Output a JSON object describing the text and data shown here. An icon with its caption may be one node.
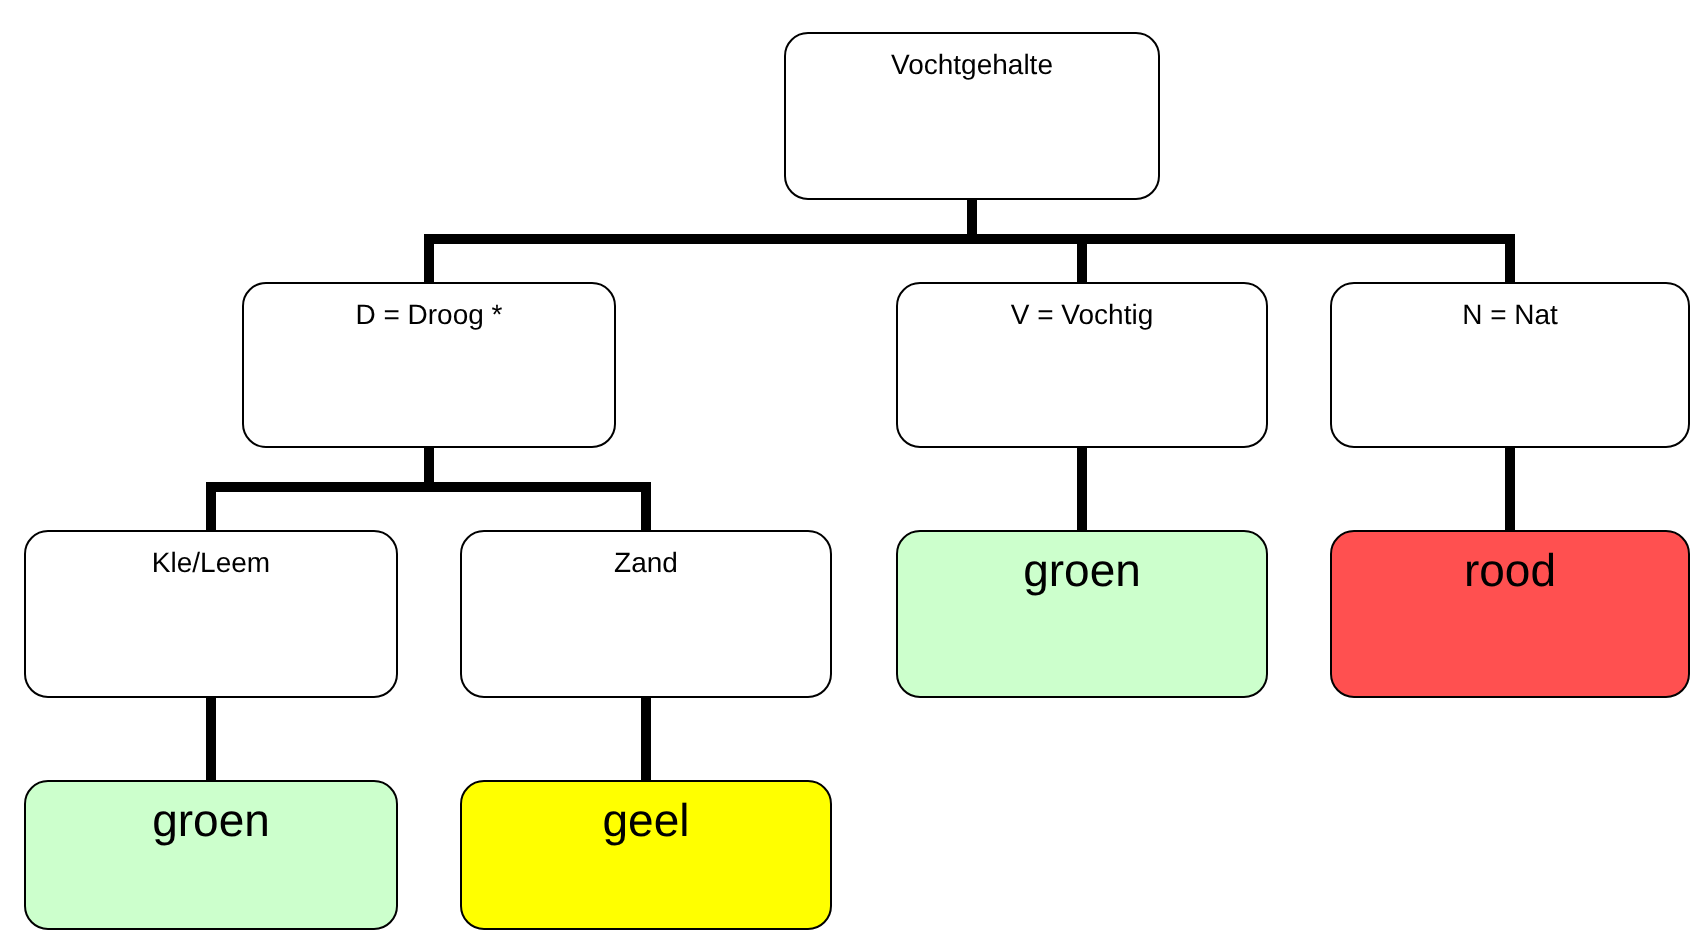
{
  "diagram": {
    "nodes": [
      {
        "text": [
          "Vochtgehalte"
        ]
      },
      {
        "text": [
          "D = Droog *"
        ]
      },
      {
        "text": [
          "V = Vochtig"
        ]
      },
      {
        "text": [
          "N = Nat"
        ]
      },
      {
        "text": [
          "Kle/Leem"
        ]
      },
      {
        "text": [
          "Zand"
        ]
      },
      {
        "text": [
          "groen"
        ]
      },
      {
        "text": [
          "rood"
        ]
      },
      {
        "text": [
          "groen"
        ]
      },
      {
        "text": [
          "geel"
        ]
      }
    ],
    "edges": [
      {
        "from": 0,
        "to": 1,
        "arrow": "none"
      },
      {
        "from": 0,
        "to": 2,
        "arrow": "none"
      },
      {
        "from": 0,
        "to": 3,
        "arrow": "none"
      },
      {
        "from": 1,
        "to": 4,
        "arrow": "none"
      },
      {
        "from": 1,
        "to": 5,
        "arrow": "none"
      },
      {
        "from": 2,
        "to": 6,
        "arrow": "none"
      },
      {
        "from": 3,
        "to": 7,
        "arrow": "none"
      },
      {
        "from": 4,
        "to": 8,
        "arrow": "none"
      },
      {
        "from": 5,
        "to": 9,
        "arrow": "none"
      }
    ]
  }
}
